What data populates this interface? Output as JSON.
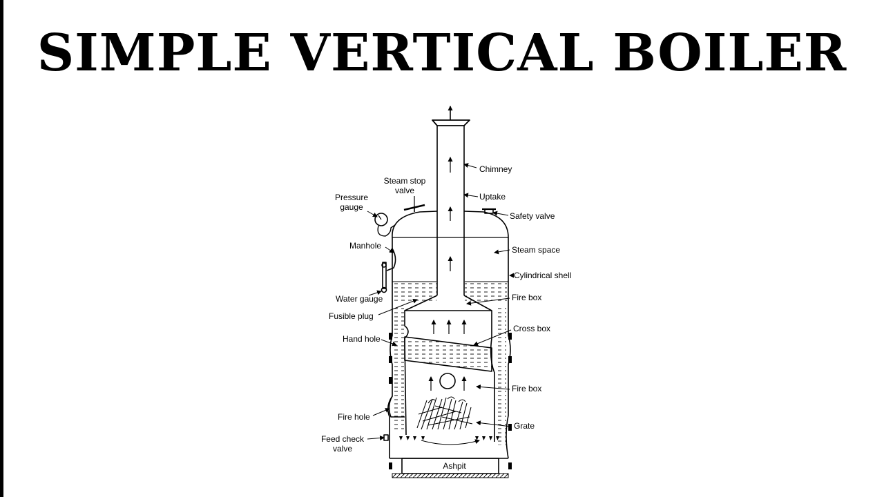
{
  "title": "SIMPLE VERTICAL BOILER",
  "labels": {
    "chimney": "Chimney",
    "steam_stop_1": "Steam stop",
    "steam_stop_2": "valve",
    "uptake": "Uptake",
    "pressure_1": "Pressure",
    "pressure_2": "gauge",
    "safety_valve": "Safety valve",
    "manhole": "Manhole",
    "steam_space": "Steam space",
    "cylindrical_shell": "Cylindrical shell",
    "water_gauge": "Water gauge",
    "fire_box_top": "Fire box",
    "fusible_plug": "Fusible plug",
    "cross_box": "Cross box",
    "hand_hole": "Hand hole",
    "fire_box_bottom": "Fire box",
    "fire_hole": "Fire hole",
    "grate": "Grate",
    "feed_check_1": "Feed check",
    "feed_check_2": "valve",
    "ashpit": "Ashpit"
  }
}
